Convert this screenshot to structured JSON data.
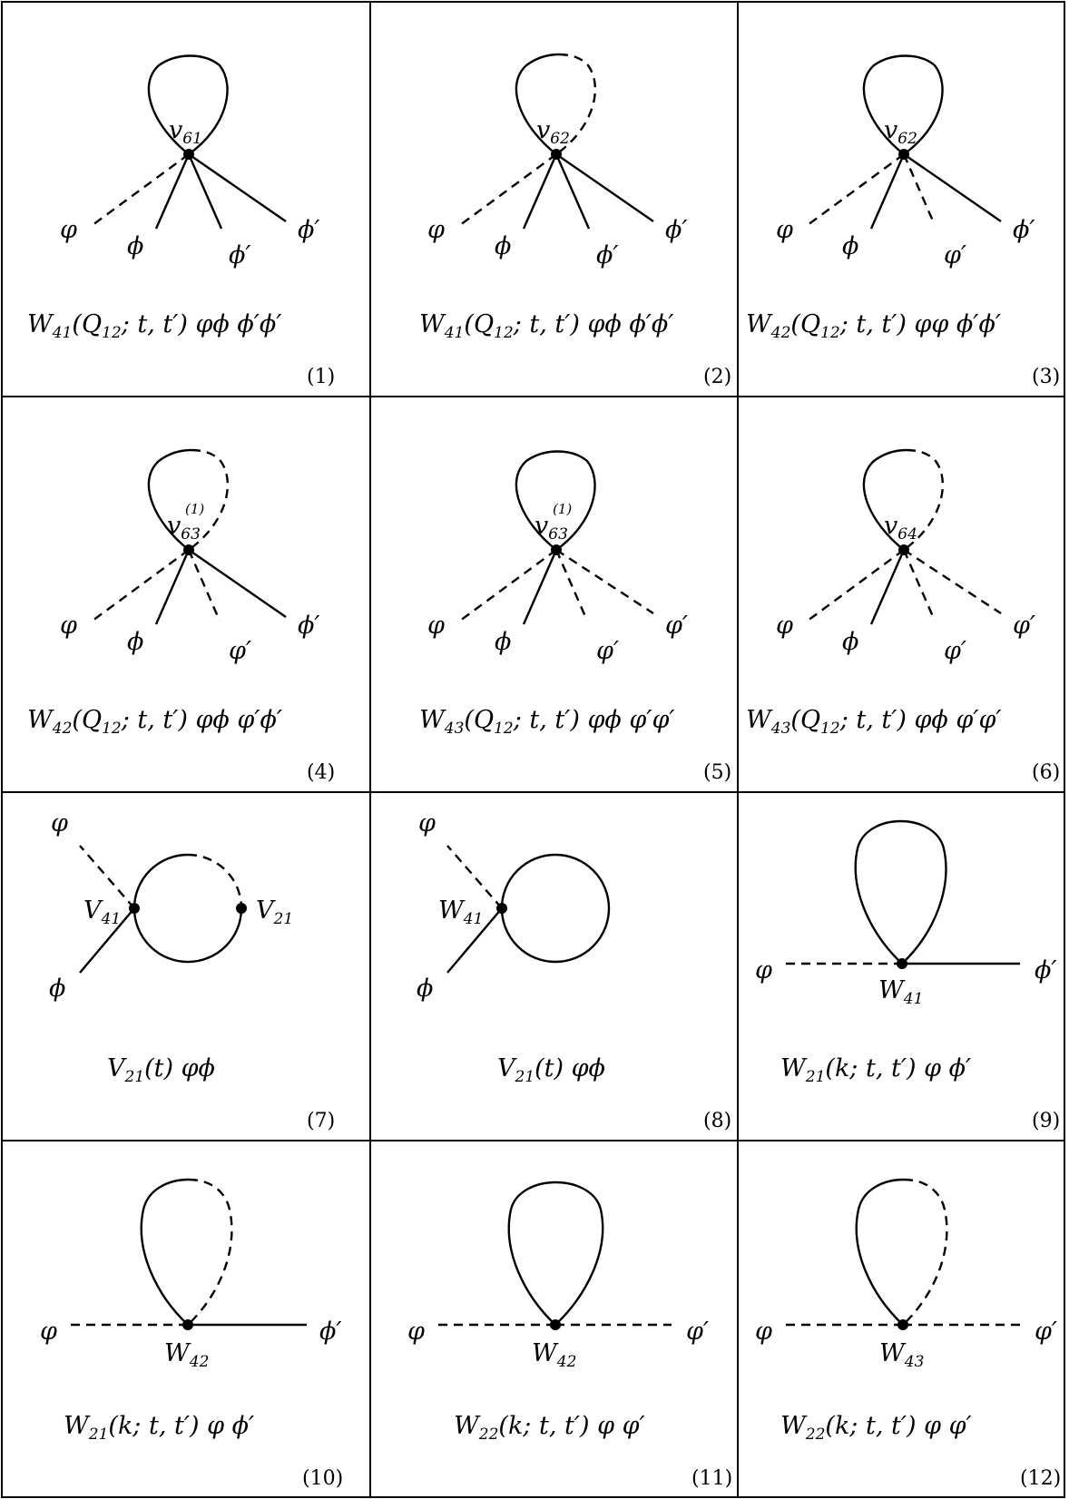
{
  "panels": [
    {
      "number": "(1)",
      "vertex": {
        "base": "v",
        "sub": "61",
        "sup": ""
      },
      "legs": {
        "phi": "φ",
        "varphi": "ϕ",
        "third": "ϕ′",
        "fourth": "ϕ′"
      },
      "caption": {
        "func": "W",
        "sub": "41",
        "args": "(Q",
        "argsub": "12",
        "rest": "; t, t′)  φϕ ϕ′ϕ′"
      }
    },
    {
      "number": "(2)",
      "vertex": {
        "base": "v",
        "sub": "62",
        "sup": ""
      },
      "legs": {
        "phi": "φ",
        "varphi": "ϕ",
        "third": "ϕ′",
        "fourth": "ϕ′"
      },
      "caption": {
        "func": "W",
        "sub": "41",
        "args": "(Q",
        "argsub": "12",
        "rest": "; t, t′)  φϕ ϕ′ϕ′"
      }
    },
    {
      "number": "(3)",
      "vertex": {
        "base": "v",
        "sub": "62",
        "sup": ""
      },
      "legs": {
        "phi": "φ",
        "varphi": "ϕ",
        "third": "φ′",
        "fourth": "ϕ′"
      },
      "caption": {
        "func": "W",
        "sub": "42",
        "args": "(Q",
        "argsub": "12",
        "rest": "; t, t′)  φφ ϕ′ϕ′"
      }
    },
    {
      "number": "(4)",
      "vertex": {
        "base": "v",
        "sub": "63",
        "sup": "(1)"
      },
      "legs": {
        "phi": "φ",
        "varphi": "ϕ",
        "third": "φ′",
        "fourth": "ϕ′"
      },
      "caption": {
        "func": "W",
        "sub": "42",
        "args": "(Q",
        "argsub": "12",
        "rest": "; t, t′)  φϕ φ′ϕ′"
      }
    },
    {
      "number": "(5)",
      "vertex": {
        "base": "v",
        "sub": "63",
        "sup": "(1)"
      },
      "legs": {
        "phi": "φ",
        "varphi": "ϕ",
        "third": "φ′",
        "fourth": "φ′"
      },
      "caption": {
        "func": "W",
        "sub": "43",
        "args": "(Q",
        "argsub": "12",
        "rest": "; t, t′)  φϕ φ′φ′"
      }
    },
    {
      "number": "(6)",
      "vertex": {
        "base": "v",
        "sub": "64",
        "sup": ""
      },
      "legs": {
        "phi": "φ",
        "varphi": "ϕ",
        "third": "φ′",
        "fourth": "φ′"
      },
      "caption": {
        "func": "W",
        "sub": "43",
        "args": "(Q",
        "argsub": "12",
        "rest": "; t, t′)  φϕ φ′φ′"
      }
    },
    {
      "number": "(7)",
      "labels": {
        "phi": "φ",
        "varphi": "ϕ",
        "left_base": "V",
        "left_sub": "41",
        "right_base": "V",
        "right_sub": "21"
      },
      "caption": {
        "func": "V",
        "sub": "21",
        "rest": "(t)  φϕ"
      }
    },
    {
      "number": "(8)",
      "labels": {
        "phi": "φ",
        "varphi": "ϕ",
        "left_base": "W",
        "left_sub": "41"
      },
      "caption": {
        "func": "V",
        "sub": "21",
        "rest": "(t)  φϕ"
      }
    },
    {
      "number": "(9)",
      "labels": {
        "left": "φ",
        "right": "ϕ′",
        "vertex_base": "W",
        "vertex_sub": "41"
      },
      "caption": {
        "func": "W",
        "sub": "21",
        "rest": "(k; t, t′)  φ ϕ′"
      }
    },
    {
      "number": "(10)",
      "labels": {
        "left": "φ",
        "right": "ϕ′",
        "vertex_base": "W",
        "vertex_sub": "42"
      },
      "caption": {
        "func": "W",
        "sub": "21",
        "rest": "(k; t, t′)  φ ϕ′"
      }
    },
    {
      "number": "(11)",
      "labels": {
        "left": "φ",
        "right": "φ′",
        "vertex_base": "W",
        "vertex_sub": "42"
      },
      "caption": {
        "func": "W",
        "sub": "22",
        "rest": "(k; t, t′)  φ φ′"
      }
    },
    {
      "number": "(12)",
      "labels": {
        "left": "φ",
        "right": "φ′",
        "vertex_base": "W",
        "vertex_sub": "43"
      },
      "caption": {
        "func": "W",
        "sub": "22",
        "rest": "(k; t, t′)  φ φ′"
      }
    }
  ]
}
